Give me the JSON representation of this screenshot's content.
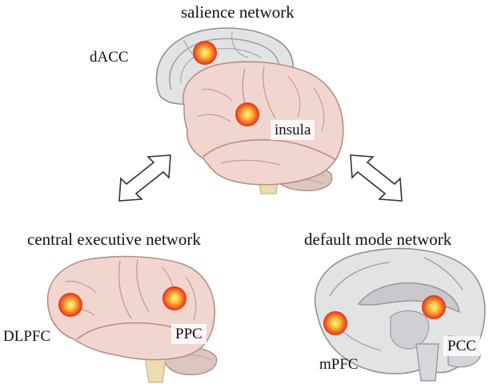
{
  "networks": {
    "salience": {
      "title": "salience network",
      "regions": [
        "dACC",
        "insula"
      ]
    },
    "central_executive": {
      "title": "central executive network",
      "regions": [
        "DLPFC",
        "PPC"
      ]
    },
    "default_mode": {
      "title": "default mode network",
      "regions": [
        "mPFC",
        "PCC"
      ]
    }
  },
  "colors": {
    "outer_brain": "#e2e3e5",
    "outer_brain_stroke": "#8d9096",
    "lateral_brain": "#f1d6d0",
    "lateral_brain_stroke": "#b88c85",
    "cerebellum": "#dcc6c0",
    "brainstem": "#ecdcb0",
    "hotspot_center": "#ffd54a",
    "hotspot_edge": "#e0301e",
    "arrow_stroke": "#333333"
  }
}
